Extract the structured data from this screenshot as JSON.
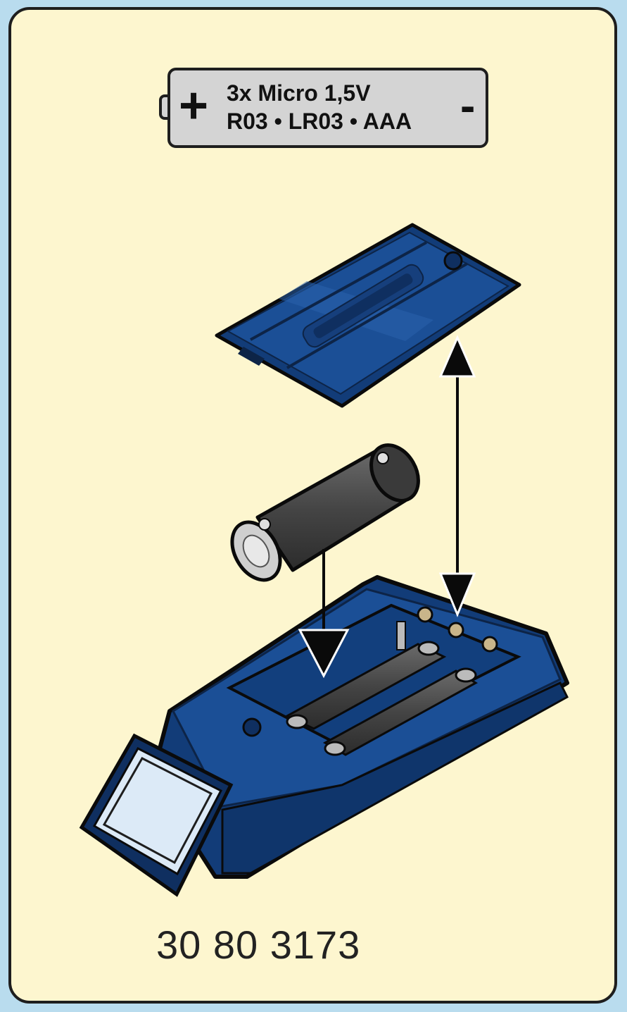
{
  "battery_label": {
    "plus_symbol": "+",
    "minus_symbol": "-",
    "line1": "3x Micro 1,5V",
    "line2": "R03 • LR03 • AAA"
  },
  "part_number": "30 80 3173",
  "colors": {
    "background": "#fdf6cf",
    "frame": "#b9dcee",
    "device_blue": "#1b4f96",
    "battery_gray": "#4b4b4b",
    "label_gray": "#d4d4d4"
  }
}
